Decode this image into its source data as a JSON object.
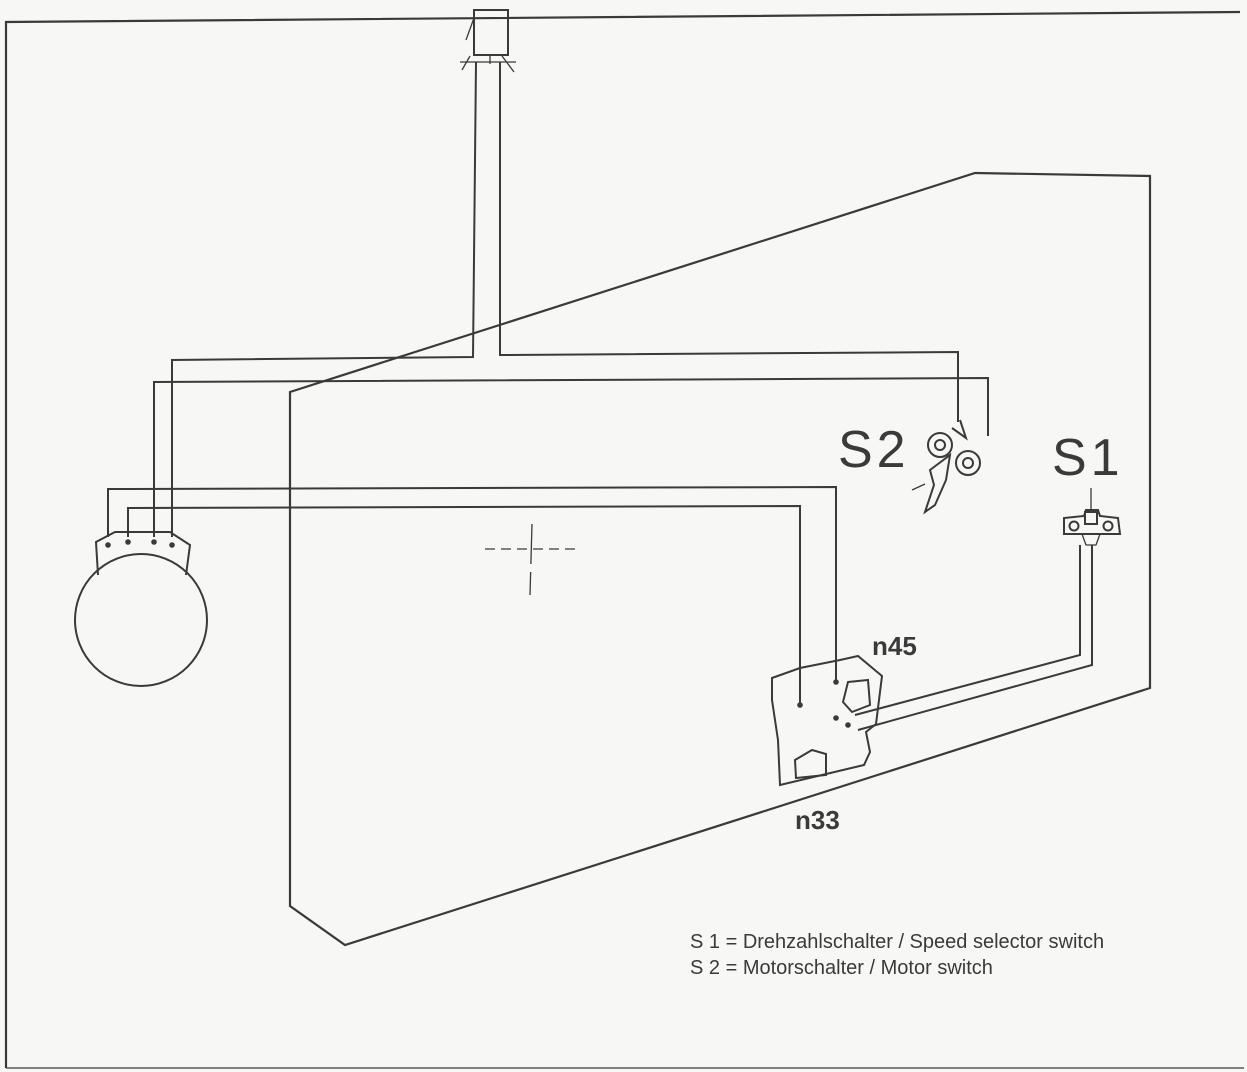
{
  "labels": {
    "s2": "S2",
    "s1": "S1",
    "n45": "n45",
    "n33": "n33"
  },
  "legend": [
    "S 1 = Drehzahlschalter / Speed selector switch",
    "S 2 = Motorschalter / Motor switch"
  ]
}
